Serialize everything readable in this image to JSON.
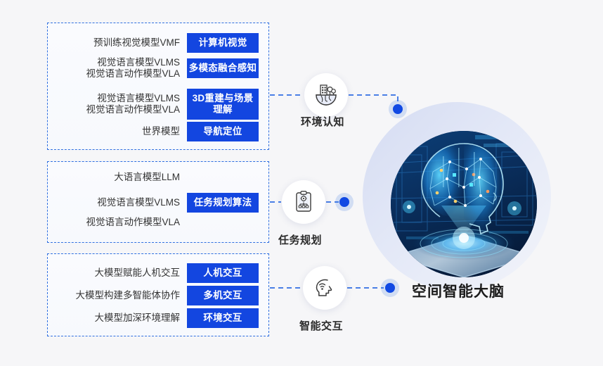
{
  "diagram": {
    "title": "空间智能大脑",
    "groups": [
      {
        "id": "perception",
        "rows": [
          {
            "desc": "预训练视觉模型VMF",
            "tag": "计算机视觉"
          },
          {
            "desc": "视觉语言模型VLMS\n视觉语言动作模型VLA",
            "tag": "多模态融合感知"
          },
          {
            "desc": "视觉语言模型VLMS\n视觉语言动作模型VLA",
            "tag": "3D重建与场景\n理解"
          },
          {
            "desc": "世界模型",
            "tag": "导航定位"
          }
        ]
      },
      {
        "id": "planning",
        "rows": [
          {
            "desc": "大语言模型LLM",
            "tag": ""
          },
          {
            "desc": "视觉语言模型VLMS",
            "tag": "任务规划算法"
          },
          {
            "desc": "视觉语言动作模型VLA",
            "tag": ""
          }
        ]
      },
      {
        "id": "interaction",
        "rows": [
          {
            "desc": "大模型赋能人机交互",
            "tag": "人机交互"
          },
          {
            "desc": "大模型构建多智能体协作",
            "tag": "多机交互"
          },
          {
            "desc": "大模型加深环境理解",
            "tag": "环境交互"
          }
        ]
      }
    ],
    "nodes": [
      {
        "id": "environment-perception",
        "label": "环境认知",
        "icon": "city-globe-icon"
      },
      {
        "id": "task-planning",
        "label": "任务规划",
        "icon": "clipboard-gear-icon"
      },
      {
        "id": "smart-interaction",
        "label": "智能交互",
        "icon": "head-signal-icon"
      }
    ],
    "colors": {
      "tag_blue": "#1346e0",
      "dot_blue": "#1149e3",
      "dashed_border": "#2f6fe0",
      "page_background": "#f6f6f8",
      "text_dark": "#333333"
    }
  }
}
